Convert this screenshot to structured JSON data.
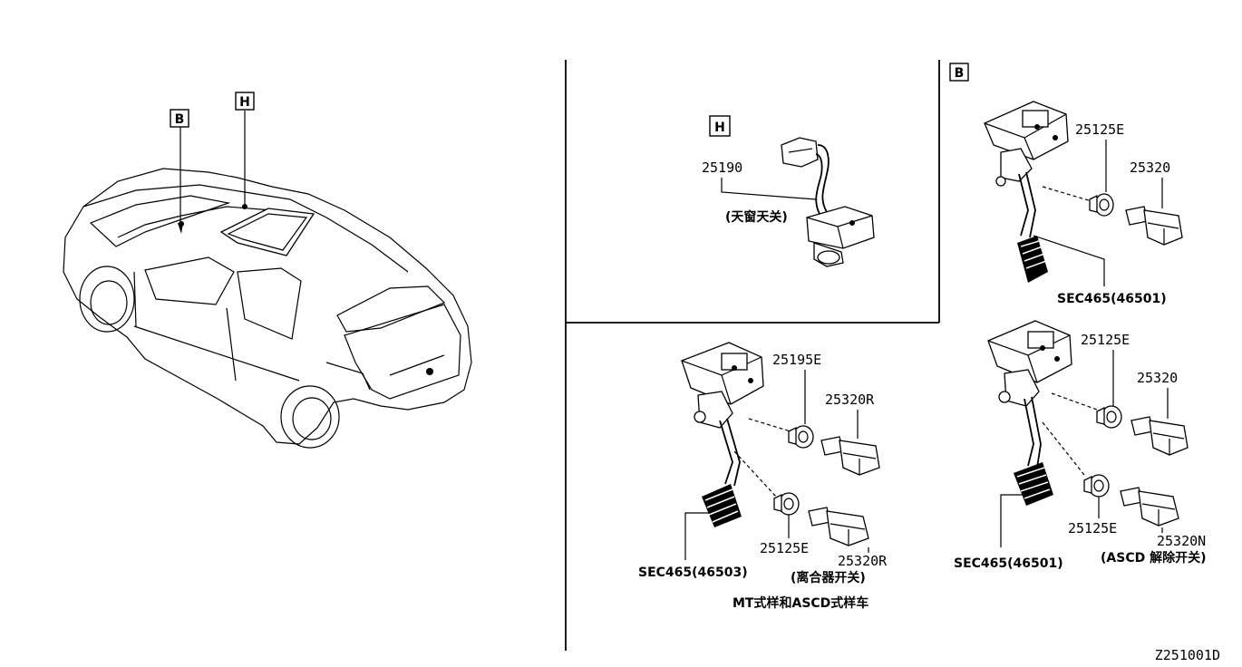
{
  "diagram_id": "Z251001D",
  "car_callouts": {
    "b": "B",
    "h": "H"
  },
  "panel_h": {
    "marker": "H",
    "part": "25190",
    "desc": "(天窗天关)"
  },
  "panel_b": {
    "marker": "B",
    "pedal_part": "25125E",
    "switch_part": "25320",
    "section": "SEC465(46501)"
  },
  "panel_mt": {
    "upper_grommet": "25195E",
    "upper_switch": "25320R",
    "lower_grommet": "25125E",
    "lower_switch": "25320R",
    "lower_switch_desc": "(离合器开关)",
    "section": "SEC465(46503)",
    "caption": "MT式样和ASCD式样车"
  },
  "panel_at": {
    "upper_grommet": "25125E",
    "upper_switch": "25320",
    "lower_grommet": "25125E",
    "lower_switch": "25320N",
    "lower_switch_desc": "(ASCD 解除开关)",
    "section": "SEC465(46501)"
  }
}
